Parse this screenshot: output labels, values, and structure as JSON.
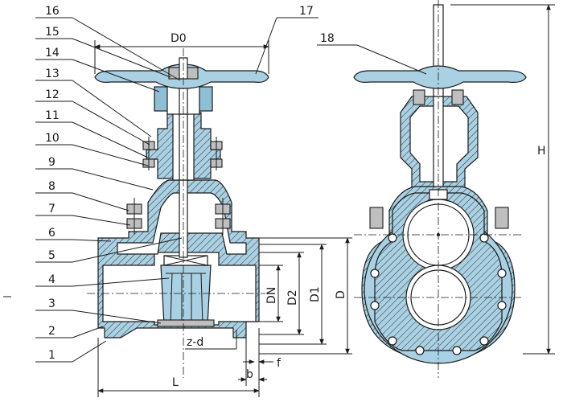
{
  "part_numbers": [
    "1",
    "2",
    "3",
    "4",
    "5",
    "6",
    "7",
    "8",
    "9",
    "10",
    "11",
    "12",
    "13",
    "14",
    "15",
    "16",
    "17",
    "18"
  ],
  "dimensions": {
    "D0": "D0",
    "H": "H",
    "DN": "DN",
    "D2": "D2",
    "D1": "D1",
    "D": "D",
    "L": "L",
    "b": "b",
    "f": "f",
    "z_d": "z-d"
  },
  "colors": {
    "body": "#a9d1e3",
    "line": "#1a1a1a",
    "background": "#ffffff"
  }
}
